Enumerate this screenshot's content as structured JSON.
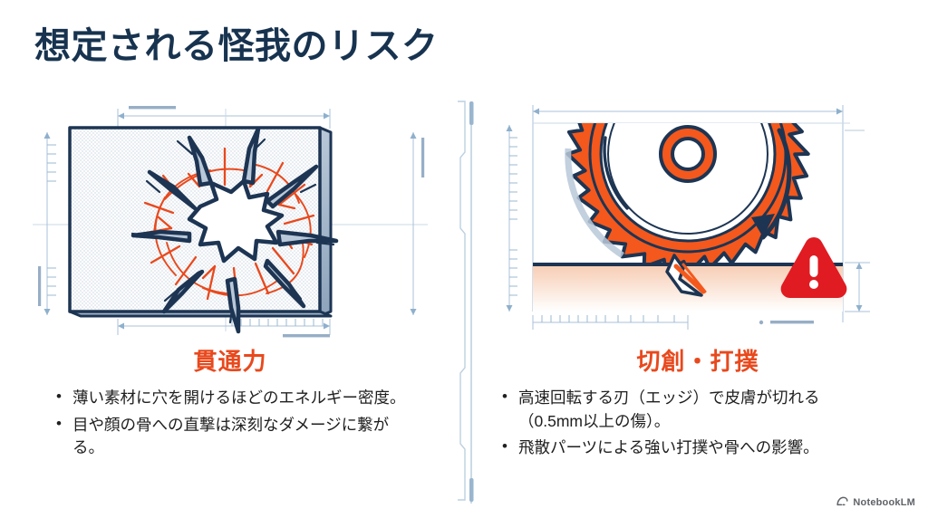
{
  "slide": {
    "title": "想定される怪我のリスク",
    "background_color": "#ffffff",
    "title_color": "#17334f",
    "accent_color": "#e8491d",
    "blueprint_color": "#a8c2d8",
    "warning_color": "#e01b22"
  },
  "columns": [
    {
      "id": "penetration",
      "figure_name": "shattered-panel-diagram",
      "figure_description": "技術図面風の割れたパネル（貫通穴と放射状のひび）",
      "heading": "貫通力",
      "bullets": [
        "薄い素材に穴を開けるほどのエネルギー密度。",
        "目や顔の骨への直撃は深刻なダメージに繋がる。"
      ]
    },
    {
      "id": "laceration",
      "figure_name": "circular-saw-blade-diagram",
      "figure_description": "高速回転する丸ノコ刃が素材を切断する図（回転矢印と警告マーク）",
      "heading": "切創・打撲",
      "bullets": [
        "高速回転する刃（エッジ）で皮膚が切れる（0.5mm以上の傷）。",
        "飛散パーツによる強い打撲や骨への影響。"
      ]
    }
  ],
  "watermark": {
    "label": "NotebookLM",
    "icon": "notebooklm-icon"
  }
}
